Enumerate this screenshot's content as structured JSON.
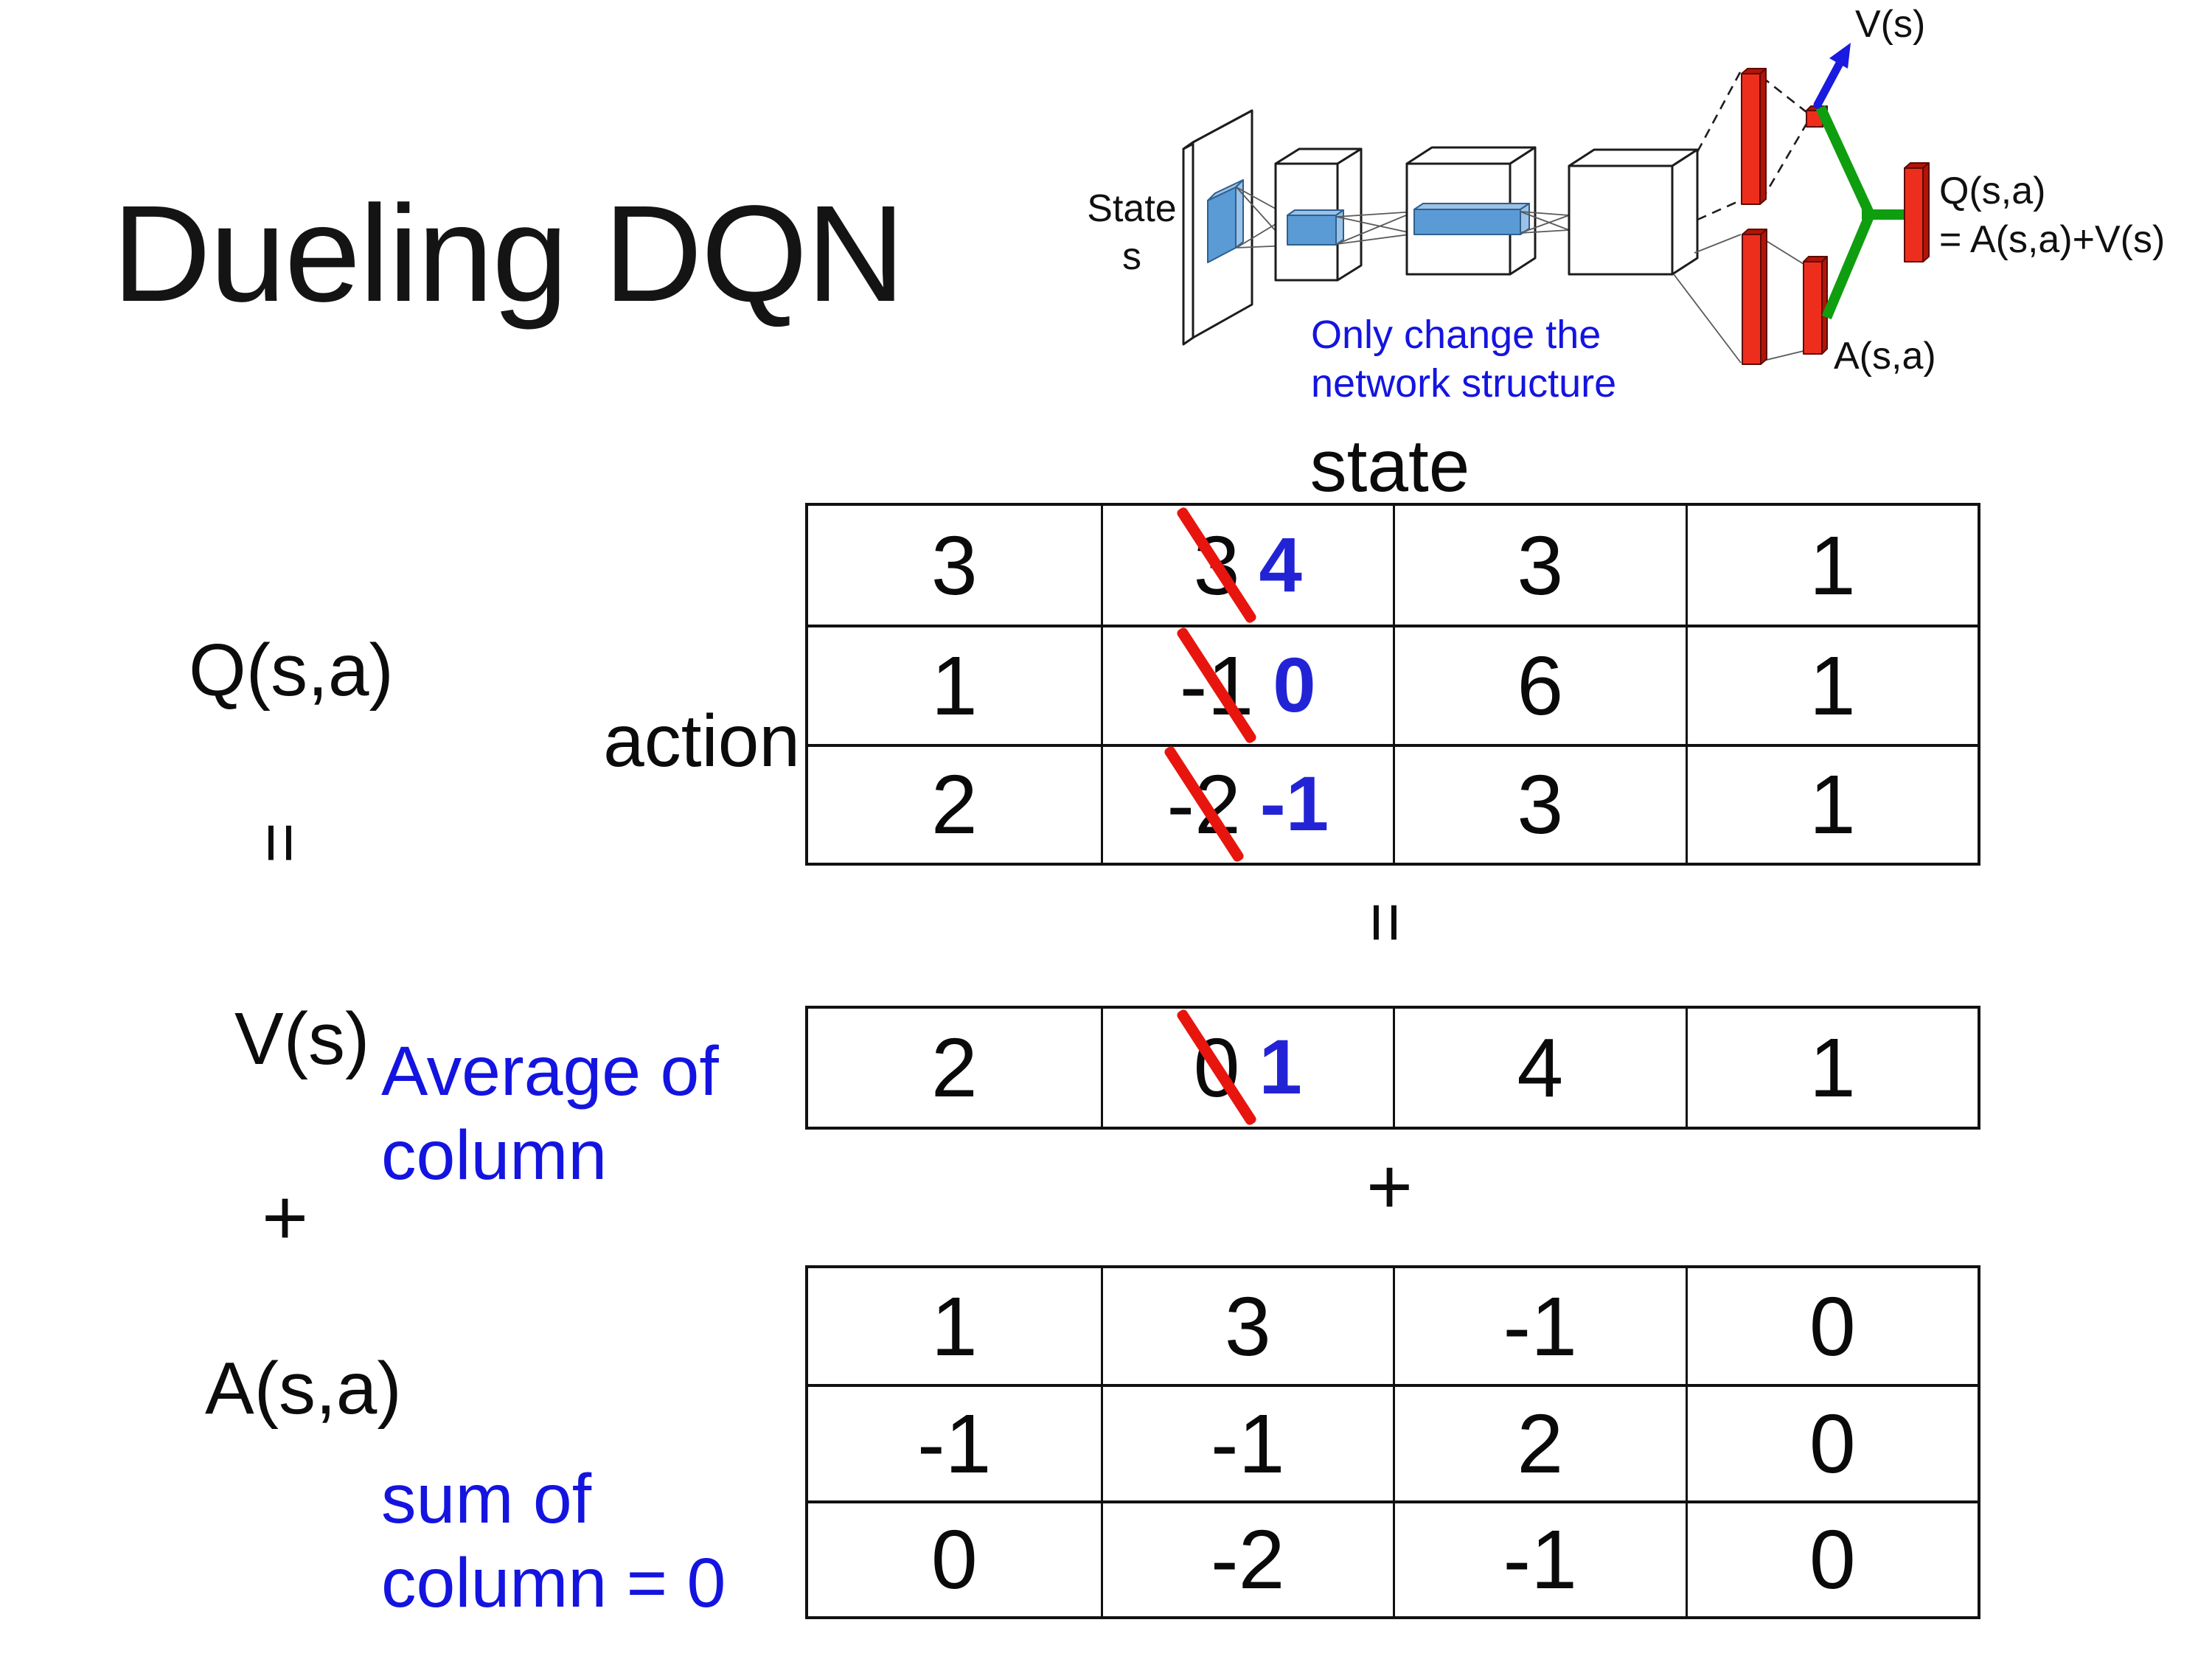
{
  "title": "Dueling DQN",
  "diagram": {
    "state_line1": "State",
    "state_line2": "s",
    "v_label": "V(s)",
    "a_label": "A(s,a)",
    "q_line1": "Q(s,a)",
    "q_line2": "= A(s,a)+V(s)",
    "note_line1": "Only change the",
    "note_line2": "network structure"
  },
  "labels": {
    "q": "Q(s,a)",
    "equals": "=",
    "v": "V(s)",
    "plus": "+",
    "a": "A(s,a)",
    "state": "state",
    "action": "action",
    "avg_line1": "Average of",
    "avg_line2": "column",
    "sum_line1": "sum of",
    "sum_line2": "column = 0"
  },
  "q_table": {
    "rows": [
      [
        {
          "text": "3"
        },
        {
          "old": "3",
          "new": "4"
        },
        {
          "text": "3"
        },
        {
          "text": "1"
        }
      ],
      [
        {
          "text": "1"
        },
        {
          "old": "-1",
          "new": "0"
        },
        {
          "text": "6"
        },
        {
          "text": "1"
        }
      ],
      [
        {
          "text": "2"
        },
        {
          "old": "-2",
          "new": "-1"
        },
        {
          "text": "3"
        },
        {
          "text": "1"
        }
      ]
    ]
  },
  "v_table": {
    "rows": [
      [
        {
          "text": "2"
        },
        {
          "old": "0",
          "new": "1"
        },
        {
          "text": "4"
        },
        {
          "text": "1"
        }
      ]
    ]
  },
  "a_table": {
    "rows": [
      [
        {
          "text": "1"
        },
        {
          "text": "3"
        },
        {
          "text": "-1"
        },
        {
          "text": "0"
        }
      ],
      [
        {
          "text": "-1"
        },
        {
          "text": "-1"
        },
        {
          "text": "2"
        },
        {
          "text": "0"
        }
      ],
      [
        {
          "text": "0"
        },
        {
          "text": "-2"
        },
        {
          "text": "-1"
        },
        {
          "text": "0"
        }
      ]
    ]
  },
  "colors": {
    "slash-red": "#e8150f",
    "highlight-blue": "#2323d6",
    "note-blue": "#1414e0",
    "bar-red": "#ee2e1d",
    "bar-red-side": "#b01508",
    "link-green": "#0f9e0f",
    "filter-blue": "#5b9bd5",
    "filter-blue-light": "#9bc2e6",
    "arrow-blue": "#1a1ae0"
  }
}
